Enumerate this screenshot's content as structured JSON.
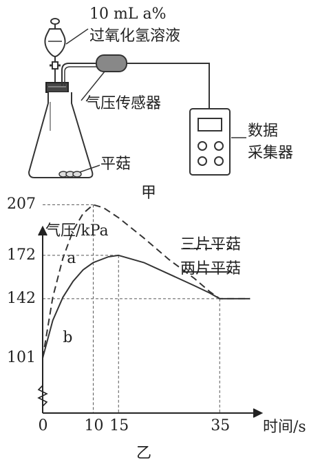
{
  "apparatus": {
    "reagent_line1": "10 mL ",
    "reagent_var": "a",
    "reagent_pct": "%",
    "reagent_line2": "过氧化氢溶液",
    "sensor_label": "气压传感器",
    "collector_label_1": "数据",
    "collector_label_2": "采集器",
    "mushroom_label": "平菇",
    "figure_label": "甲"
  },
  "chart_data": {
    "type": "line",
    "figure_label": "乙",
    "ylabel": "气压/kPa",
    "xlabel": "时间/s",
    "x_ticks": [
      "0",
      "10",
      "15",
      "35"
    ],
    "y_ticks": [
      "101",
      "142",
      "172",
      "207"
    ],
    "series": [
      {
        "name": "三片平菇",
        "curve_label": "a",
        "style": "dashed",
        "points": [
          [
            0,
            101
          ],
          [
            2,
            143
          ],
          [
            4,
            170
          ],
          [
            6,
            189
          ],
          [
            8,
            201
          ],
          [
            10,
            207
          ],
          [
            12,
            205
          ],
          [
            15,
            198
          ],
          [
            20,
            184
          ],
          [
            25,
            169
          ],
          [
            30,
            156
          ],
          [
            33,
            147
          ],
          [
            35,
            142
          ],
          [
            41,
            142
          ]
        ]
      },
      {
        "name": "两片平菇",
        "curve_label": "b",
        "style": "solid",
        "points": [
          [
            0,
            101
          ],
          [
            2,
            127
          ],
          [
            4,
            143
          ],
          [
            6,
            154
          ],
          [
            8,
            162
          ],
          [
            10,
            167
          ],
          [
            13,
            171
          ],
          [
            15,
            172
          ],
          [
            20,
            167
          ],
          [
            25,
            159
          ],
          [
            30,
            151
          ],
          [
            33,
            146
          ],
          [
            35,
            142
          ],
          [
            41,
            142
          ]
        ]
      }
    ],
    "x_range": [
      0,
      41
    ],
    "y_axis_break": true,
    "grid": false,
    "legend_position": "top-right"
  }
}
